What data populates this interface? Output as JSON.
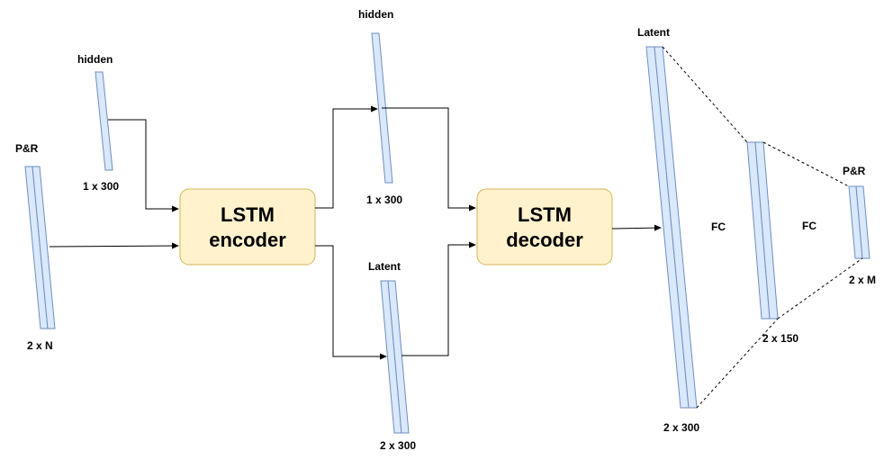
{
  "colors": {
    "vector_fill": "#dae8fc",
    "vector_stroke": "#6c8ebf",
    "block_fill": "#fff2cc",
    "block_stroke": "#d6b656"
  },
  "input": {
    "label": "P&R",
    "dim": "2 x N"
  },
  "encoder_hidden": {
    "label": "hidden",
    "dim": "1 x 300"
  },
  "encoder": {
    "line1": "LSTM",
    "line2": "encoder"
  },
  "decoder_hidden": {
    "label": "hidden",
    "dim": "1 x 300"
  },
  "encoder_latent": {
    "label": "Latent",
    "dim": "2 x 300"
  },
  "decoder": {
    "line1": "LSTM",
    "line2": "decoder"
  },
  "decoder_latent": {
    "label": "Latent",
    "dim": "2 x 300"
  },
  "fc_layer_1": {
    "label": "FC"
  },
  "fc_hidden": {
    "dim": "2 x 150"
  },
  "fc_layer_2": {
    "label": "FC"
  },
  "output": {
    "label": "P&R",
    "dim": "2 x M"
  }
}
